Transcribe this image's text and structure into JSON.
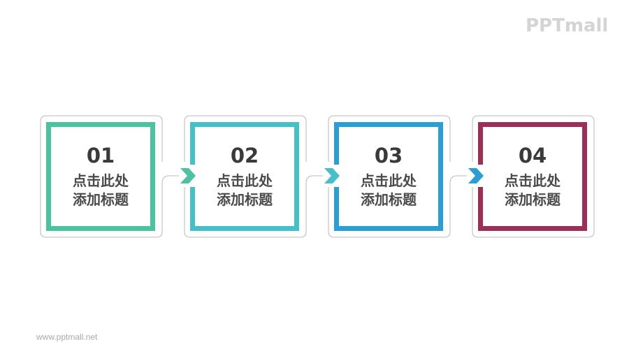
{
  "watermark": {
    "logo": "PPTmall",
    "url": "www.pptmall.net"
  },
  "steps": [
    {
      "number": "01",
      "title_line1": "点击此处",
      "title_line2": "添加标题",
      "color": "#4cc2a0"
    },
    {
      "number": "02",
      "title_line1": "点击此处",
      "title_line2": "添加标题",
      "color": "#46bfc9"
    },
    {
      "number": "03",
      "title_line1": "点击此处",
      "title_line2": "添加标题",
      "color": "#2b9fd3"
    },
    {
      "number": "04",
      "title_line1": "点击此处",
      "title_line2": "添加标题",
      "color": "#9c2f55"
    }
  ],
  "arrows": [
    {
      "icon": "chevron-right-icon",
      "color": "#4cc2a0"
    },
    {
      "icon": "chevron-right-icon",
      "color": "#46bfc9"
    },
    {
      "icon": "chevron-right-icon",
      "color": "#2b9fd3"
    }
  ],
  "colors": {
    "outline": "#c8c8c8",
    "text_dark": "#3a3a3a"
  }
}
